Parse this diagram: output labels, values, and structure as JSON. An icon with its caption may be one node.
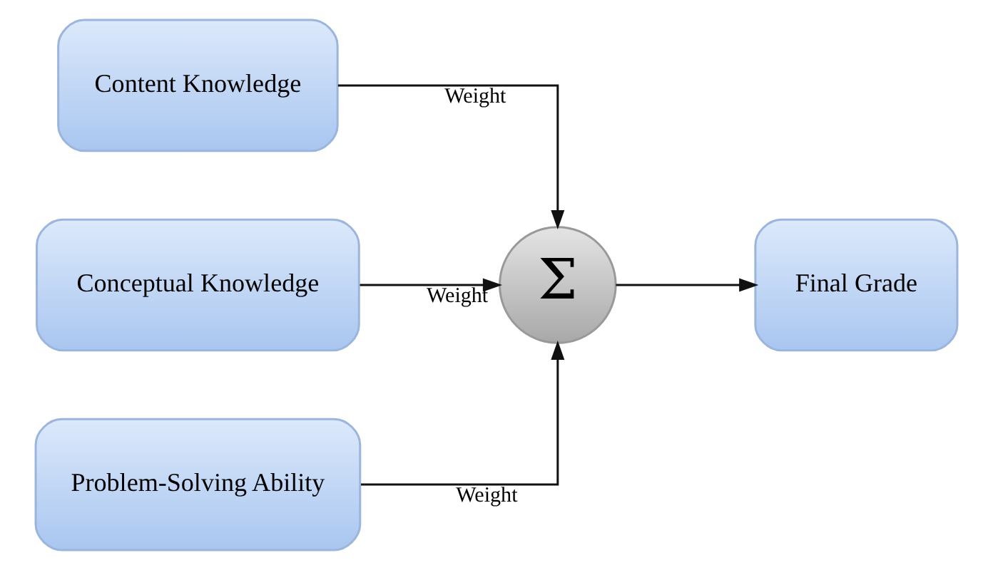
{
  "diagram": {
    "nodes": [
      {
        "text": [
          "Content Knowledge"
        ]
      },
      {
        "text": [
          "Conceptual Knowledge"
        ]
      },
      {
        "text": [
          "Problem-Solving Ability"
        ]
      },
      {
        "text": [
          "Σ"
        ]
      },
      {
        "text": [
          "Final Grade"
        ]
      }
    ],
    "edges": [
      {
        "from": 0,
        "to": 3,
        "arrow": "to",
        "label": "Weight"
      },
      {
        "from": 1,
        "to": 3,
        "arrow": "to",
        "label": "Weight"
      },
      {
        "from": 2,
        "to": 3,
        "arrow": "to",
        "label": "Weight"
      },
      {
        "from": 3,
        "to": 4,
        "arrow": "to"
      }
    ]
  }
}
